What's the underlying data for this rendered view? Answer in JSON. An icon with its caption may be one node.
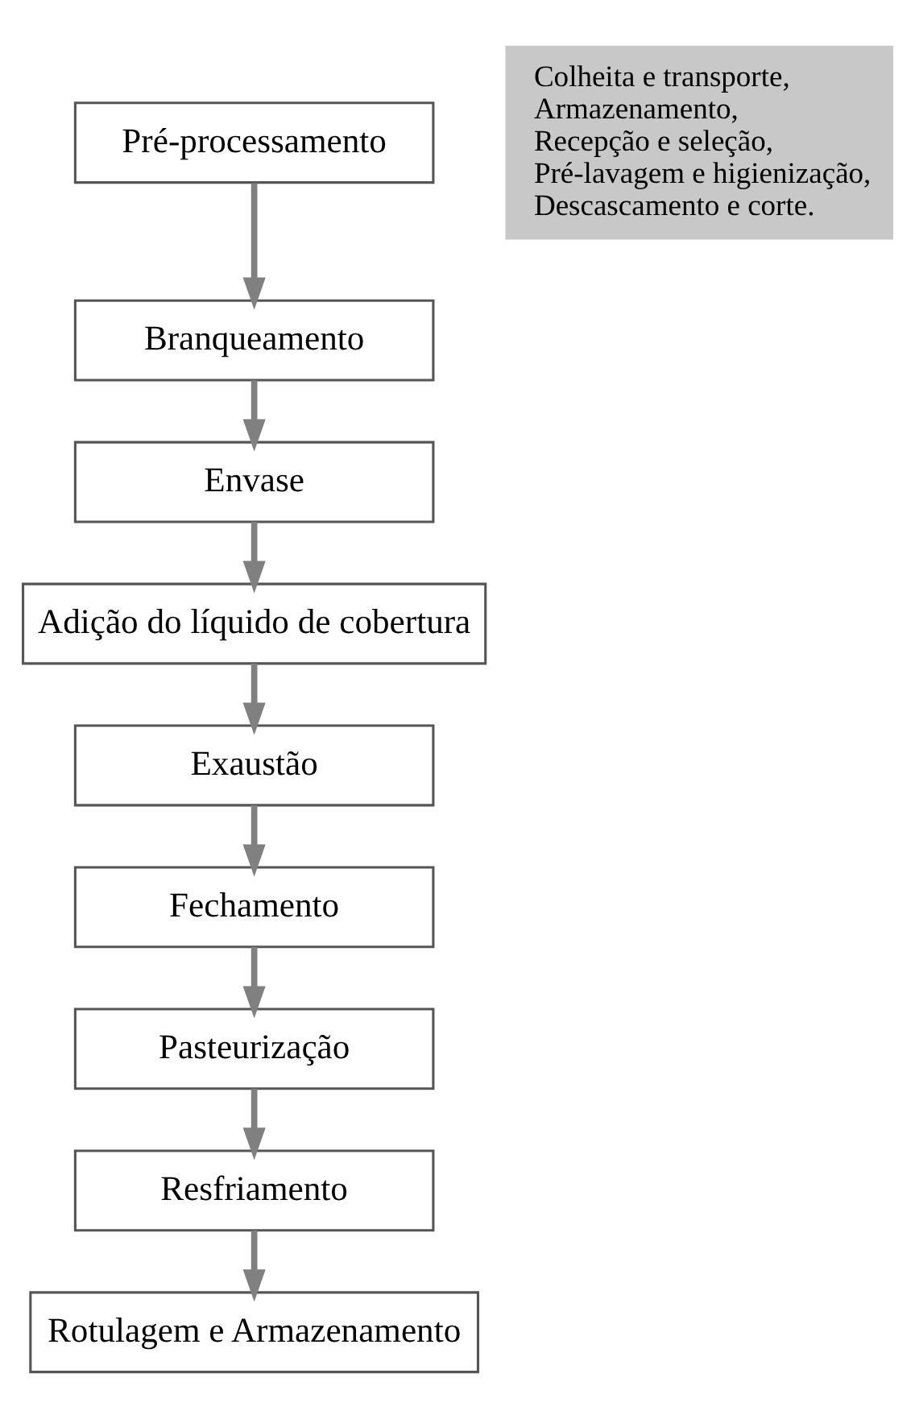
{
  "diagram": {
    "nodes": [
      {
        "text": [
          "Pré-processamento"
        ]
      },
      {
        "text": [
          "Colheita e transporte, Armazenamento, Recepção e seleção, Pré-lavagem e higienização, Descascamento e corte."
        ]
      },
      {
        "text": [
          "Branqueamento"
        ]
      },
      {
        "text": [
          "Envase"
        ]
      },
      {
        "text": [
          "Adição do líquido de cobertura"
        ]
      },
      {
        "text": [
          "Exaustão"
        ]
      },
      {
        "text": [
          "Fechamento"
        ]
      },
      {
        "text": [
          "Pasteurização"
        ]
      },
      {
        "text": [
          "Resfriamento"
        ]
      },
      {
        "text": [
          "Rotulagem e Armazenamento"
        ]
      }
    ],
    "edges": [
      {
        "from": 0,
        "to": 2,
        "arrow": "to"
      },
      {
        "from": 2,
        "to": 3,
        "arrow": "to"
      },
      {
        "from": 3,
        "to": 4,
        "arrow": "to"
      },
      {
        "from": 4,
        "to": 5,
        "arrow": "to"
      },
      {
        "from": 5,
        "to": 6,
        "arrow": "to"
      },
      {
        "from": 6,
        "to": 7,
        "arrow": "to"
      },
      {
        "from": 7,
        "to": 8,
        "arrow": "to"
      },
      {
        "from": 8,
        "to": 9,
        "arrow": "to"
      }
    ]
  }
}
